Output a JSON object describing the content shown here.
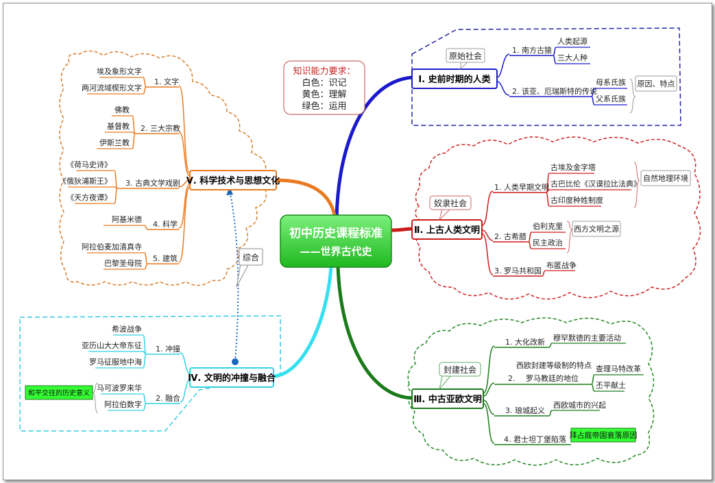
{
  "center": {
    "title": "初中历史课程标准",
    "subtitle": "——世界古代史"
  },
  "legend": {
    "title": "知识能力要求：",
    "lines": [
      "白色：识记",
      "黄色：理解",
      "绿色：运用"
    ]
  },
  "branch1": {
    "title": "Ⅰ. 史前时期的人类",
    "tag": "原始社会",
    "item1": {
      "label": "1. 南方古猿",
      "leaves": [
        "人类起源",
        "三大人种"
      ]
    },
    "item2": {
      "label": "2. 该亚、厄瑞斯特的传说",
      "leaves": [
        "母系氏族",
        "父系氏族"
      ]
    },
    "note": "原因、特点"
  },
  "branch2": {
    "title": "Ⅱ. 上古人类文明",
    "tag": "奴隶社会",
    "item1": {
      "label": "1. 人类早期文明",
      "leaves": [
        "古埃及金字塔",
        "古巴比伦《汉谟拉比法典》",
        "古印度种姓制度"
      ]
    },
    "note1": "自然地理环境",
    "item2": {
      "label": "2. 古希腊",
      "leaves": [
        "伯利克里",
        "民主政治"
      ]
    },
    "note2": "西方文明之源",
    "item3": {
      "label": "3. 罗马共和国",
      "leaves": [
        "布匿战争"
      ]
    }
  },
  "branch3": {
    "title": "Ⅲ. 中古亚欧文明",
    "tag": "封建社会",
    "item1": {
      "label": "1. 大化改新",
      "leaves": [
        "穆罕默德的主要活动"
      ]
    },
    "item2": {
      "label_line1": "西欧封建等级制的特点",
      "label_num": "2.",
      "label_line2": "罗马教廷的地位",
      "leaves": [
        "查理马特改革",
        "丕平献土"
      ]
    },
    "item3": {
      "label": "3. 琅城起义",
      "leaves": [
        "西欧城市的兴起"
      ]
    },
    "item4": {
      "label": "4. 君士坦丁堡陷落",
      "leaves": [
        "拜占庭帝国衰落原因"
      ]
    }
  },
  "branch4": {
    "title": "Ⅳ. 文明的冲撞与融合",
    "item1": {
      "label": "1. 冲撞",
      "leaves": [
        "希波战争",
        "亚历山大大帝东征",
        "罗马征服地中海"
      ]
    },
    "item2": {
      "label": "2. 融合",
      "leaves": [
        "马可波罗来华",
        "阿拉伯数字"
      ]
    },
    "note": "和平交往的历史意义"
  },
  "branch5": {
    "title": "Ⅴ. 科学技术与思想文化",
    "item1": {
      "label": "1. 文字",
      "leaves": [
        "埃及象形文字",
        "两河流域楔形文字"
      ]
    },
    "item2": {
      "label": "2. 三大宗教",
      "leaves": [
        "佛教",
        "基督教",
        "伊斯兰教"
      ]
    },
    "item3": {
      "label": "3. 古典文学戏剧",
      "leaves": [
        "《荷马史诗》",
        "《俄狄浦斯王》",
        "《天方夜谭》"
      ]
    },
    "item4": {
      "label": "4. 科学",
      "leaves": [
        "阿基米德"
      ]
    },
    "item5": {
      "label": "5. 建筑",
      "leaves": [
        "阿拉伯麦加清真寺",
        "巴黎圣母院"
      ]
    }
  },
  "link_label": "综合",
  "colors": {
    "blue": "#1a1acc",
    "red": "#cc1a1a",
    "green": "#1a7a1a",
    "cyan": "#33e0f0",
    "orange": "#e87a20",
    "center_fill": "#3fd63f",
    "highlight": "#33ff33"
  }
}
